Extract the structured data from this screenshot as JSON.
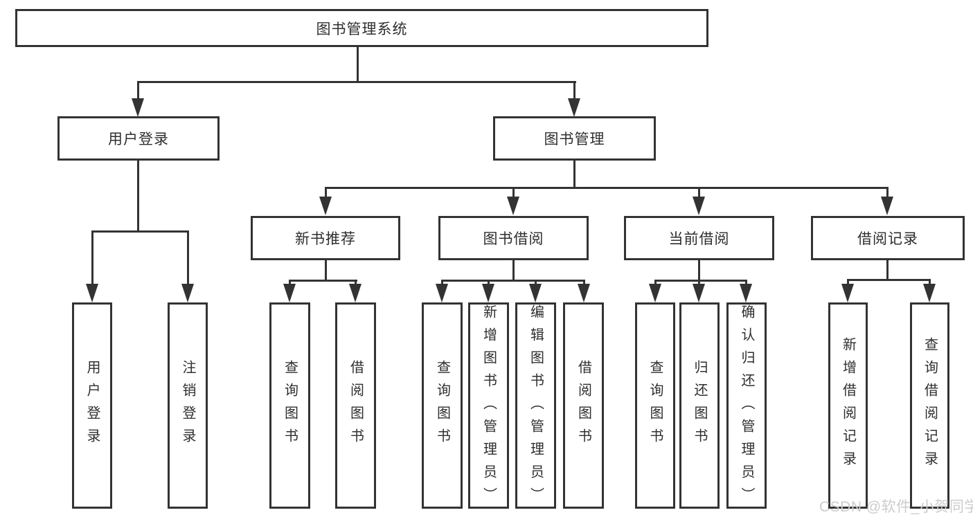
{
  "colors": {
    "line": "#333333",
    "text": "#2e2e2e",
    "background": "#ffffff",
    "watermark_text": "#cccccc"
  },
  "diagram": {
    "type": "hierarchy-tree",
    "root": {
      "label": "图书管理系统"
    },
    "level2": {
      "user_login": {
        "label": "用户登录"
      },
      "book_mgmt": {
        "label": "图书管理"
      }
    },
    "level3": {
      "new_books": {
        "label": "新书推荐",
        "parent": "图书管理"
      },
      "borrowing": {
        "label": "图书借阅",
        "parent": "图书管理"
      },
      "current": {
        "label": "当前借阅",
        "parent": "图书管理"
      },
      "records": {
        "label": "借阅记录",
        "parent": "图书管理"
      }
    },
    "leaves": {
      "user_login_1": {
        "label": "用户登录",
        "parent": "用户登录"
      },
      "user_login_2": {
        "label": "注销登录",
        "parent": "用户登录"
      },
      "new_books_1": {
        "label": "查询图书",
        "parent": "新书推荐"
      },
      "new_books_2": {
        "label": "借阅图书",
        "parent": "新书推荐"
      },
      "borrowing_1": {
        "label": "查询图书",
        "parent": "图书借阅"
      },
      "borrowing_2": {
        "label": "新增图书（管理员）",
        "parent": "图书借阅"
      },
      "borrowing_3": {
        "label": "编辑图书（管理员）",
        "parent": "图书借阅"
      },
      "borrowing_4": {
        "label": "借阅图书",
        "parent": "图书借阅"
      },
      "current_1": {
        "label": "查询图书",
        "parent": "当前借阅"
      },
      "current_2": {
        "label": "归还图书",
        "parent": "当前借阅"
      },
      "current_3": {
        "label": "确认归还（管理员）",
        "parent": "当前借阅"
      },
      "records_1": {
        "label": "新增借阅记录",
        "parent": "借阅记录"
      },
      "records_2": {
        "label": "查询借阅记录",
        "parent": "借阅记录"
      }
    },
    "watermark": "CSDN @软件_小贺同学"
  }
}
